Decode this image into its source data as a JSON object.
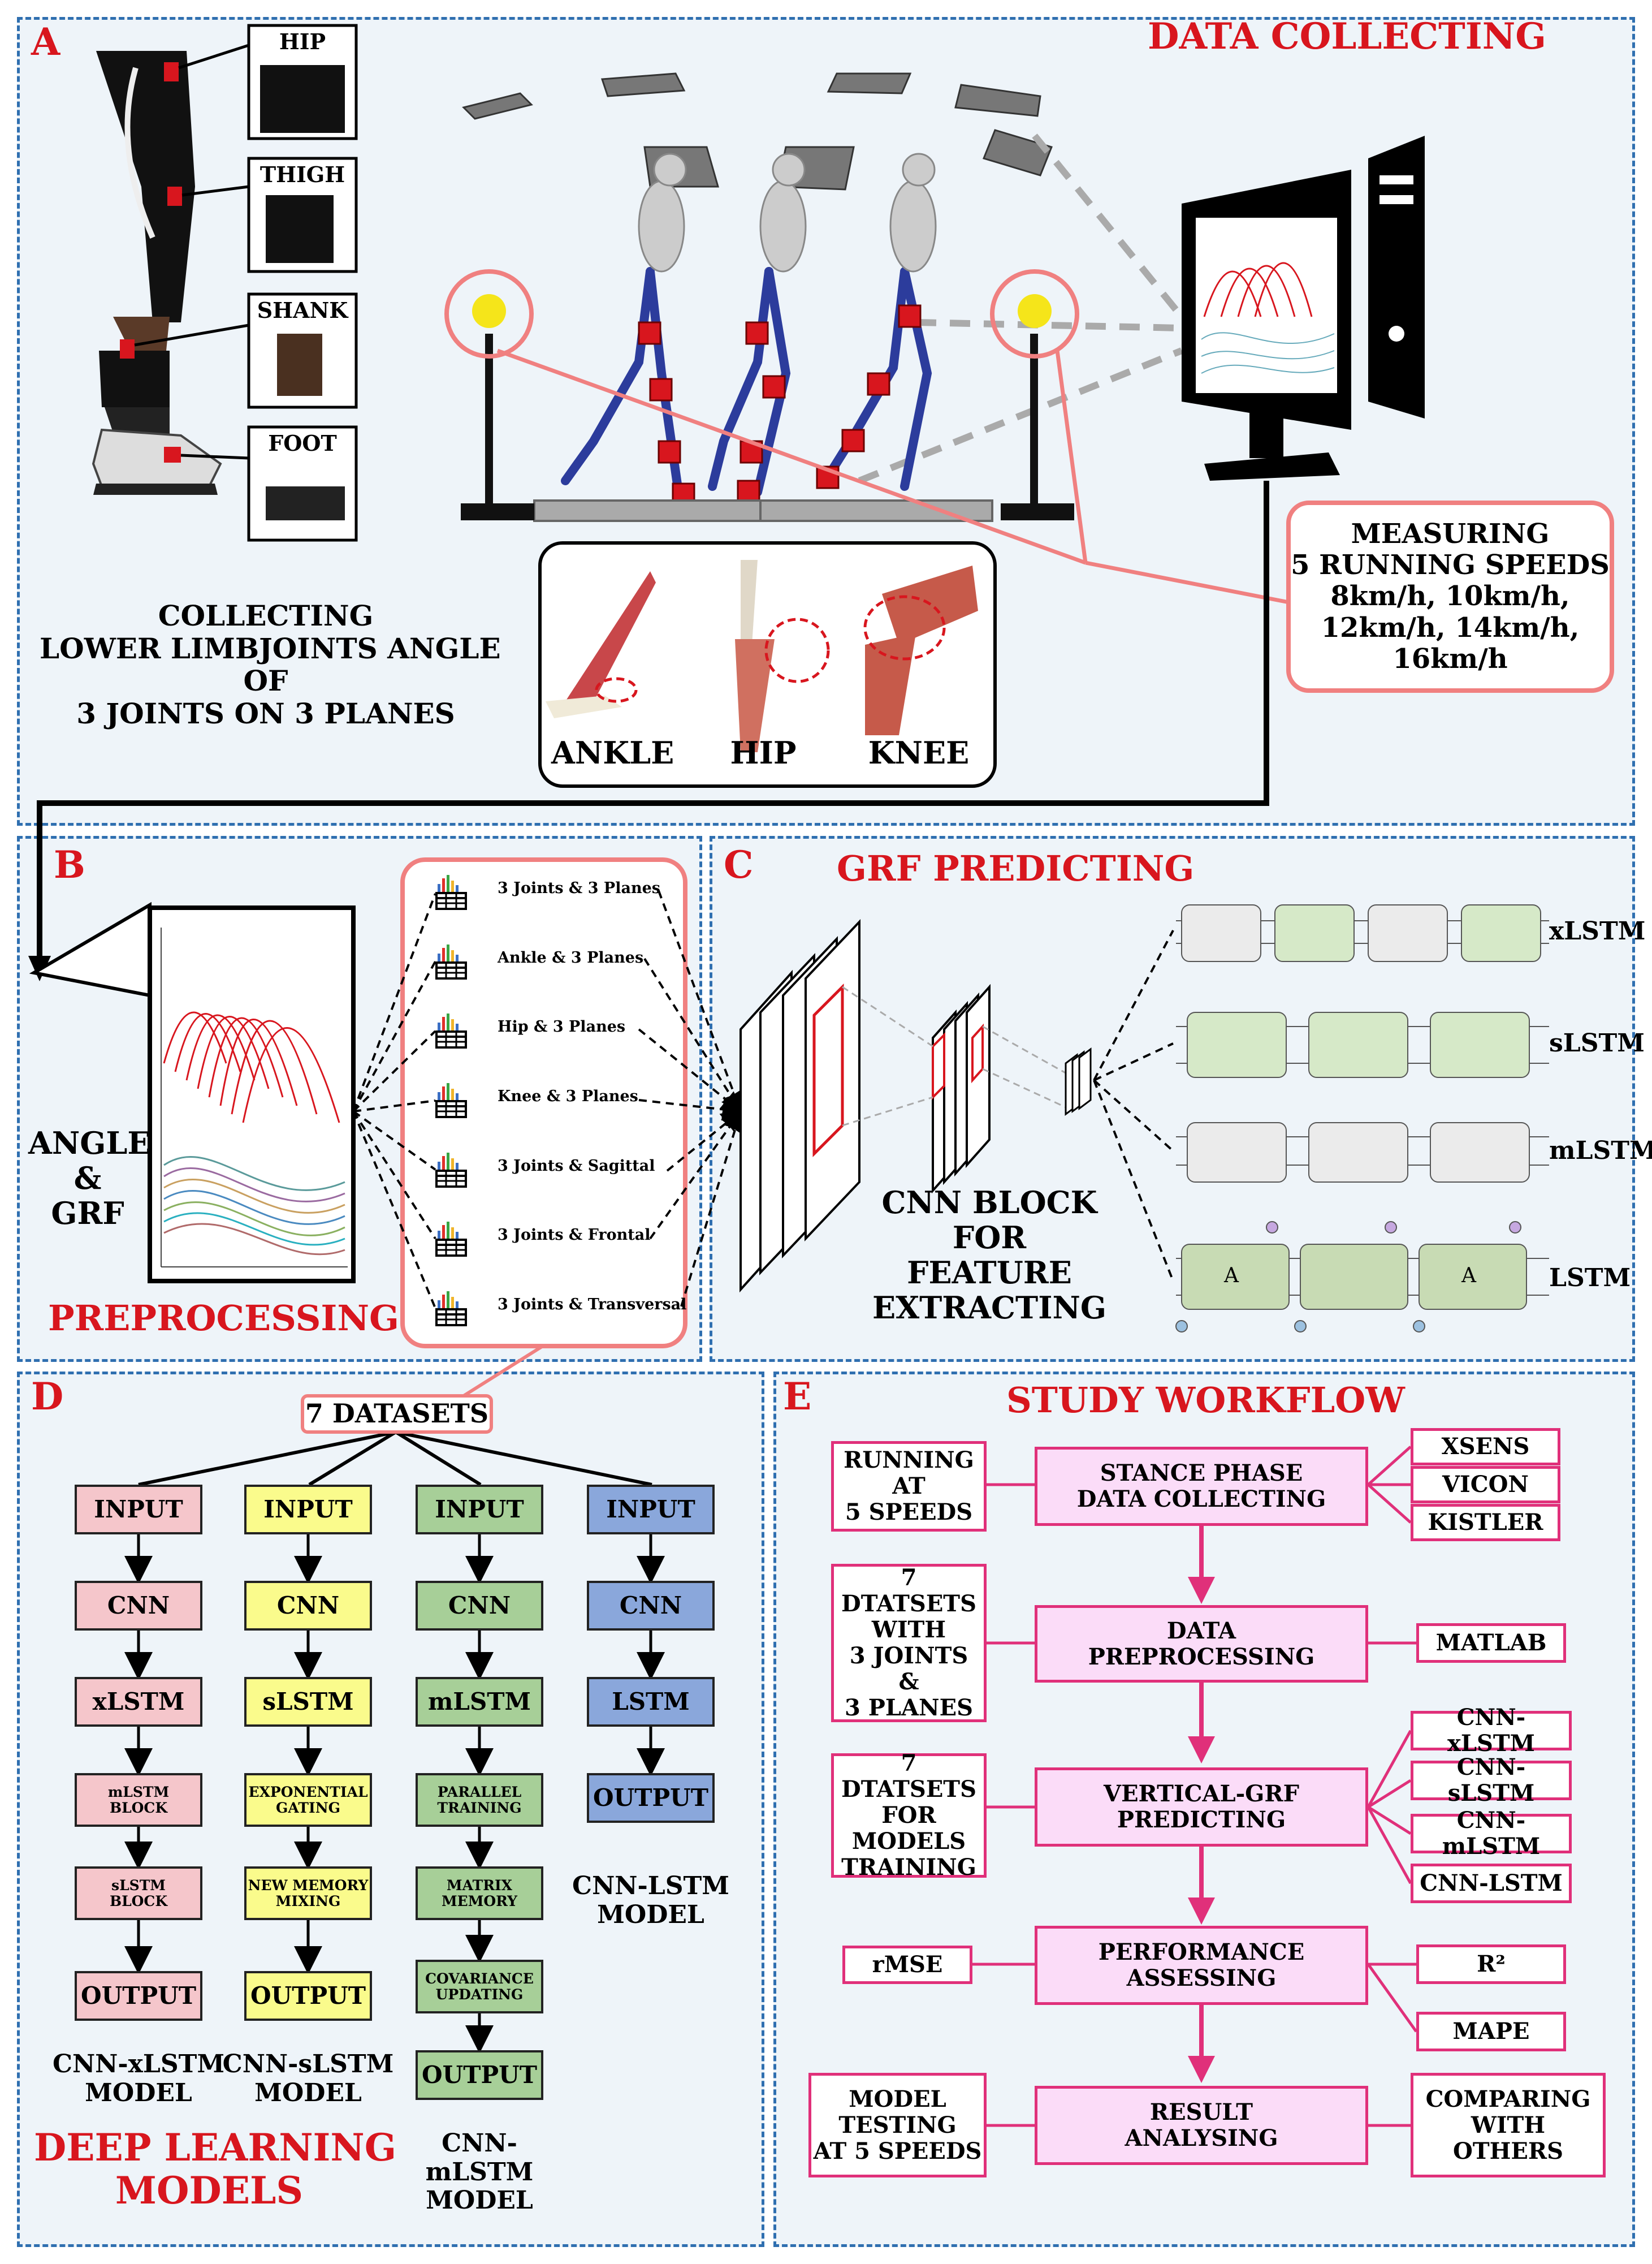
{
  "panels": {
    "a": {
      "letter": "A",
      "title": "DATA COLLECTING",
      "sensors": [
        "HIP",
        "THIGH",
        "SHANK",
        "FOOT"
      ],
      "collecting": [
        "COLLECTING",
        "LOWER LIMBJOINTS ANGLE",
        "OF",
        "3 JOINTS ON 3 PLANES"
      ],
      "joints": [
        "ANKLE",
        "HIP",
        "KNEE"
      ],
      "measuring": [
        "MEASURING",
        "5 RUNNING SPEEDS",
        "8km/h, 10km/h,",
        "12km/h, 14km/h,",
        "16km/h"
      ]
    },
    "b": {
      "letter": "B",
      "side_label": [
        "ANGLE",
        "&",
        "GRF"
      ],
      "title": "PREPROCESSING",
      "datasets": [
        "3 Joints & 3 Planes",
        "Ankle & 3 Planes",
        "Hip & 3 Planes",
        "Knee & 3 Planes",
        "3 Joints & Sagittal",
        "3 Joints & Frontal",
        "3 Joints & Transversal"
      ]
    },
    "c": {
      "letter": "C",
      "title": "GRF PREDICTING",
      "cnn_label": [
        "CNN BLOCK",
        "FOR",
        "FEATURE",
        "EXTRACTING"
      ],
      "models": [
        "xLSTM",
        "sLSTM",
        "mLSTM",
        "LSTM"
      ],
      "cell_letter": "A"
    },
    "d": {
      "letter": "D",
      "root": "7 DATASETS",
      "title": [
        "DEEP LEARNING",
        "MODELS"
      ],
      "columns": [
        {
          "color": "pink",
          "steps": [
            "INPUT",
            "CNN",
            "xLSTM",
            "mLSTM\nBLOCK",
            "sLSTM\nBLOCK",
            "OUTPUT"
          ],
          "label": "CNN-xLSTM\nMODEL"
        },
        {
          "color": "yellow",
          "steps": [
            "INPUT",
            "CNN",
            "sLSTM",
            "EXPONENTIAL\nGATING",
            "NEW MEMORY\nMIXING",
            "OUTPUT"
          ],
          "label": "CNN-sLSTM\nMODEL"
        },
        {
          "color": "green",
          "steps": [
            "INPUT",
            "CNN",
            "mLSTM",
            "PARALLEL\nTRAINING",
            "MATRIX\nMEMORY",
            "COVARIANCE\nUPDATING",
            "OUTPUT"
          ],
          "label": "CNN-mLSTM\nMODEL"
        },
        {
          "color": "blue",
          "steps": [
            "INPUT",
            "CNN",
            "LSTM",
            "OUTPUT"
          ],
          "label": "CNN-LSTM\nMODEL"
        }
      ]
    },
    "e": {
      "letter": "E",
      "title": "STUDY WORKFLOW",
      "main_steps": [
        "STANCE PHASE\nDATA COLLECTING",
        "DATA\nPREPROCESSING",
        "VERTICAL-GRF\nPREDICTING",
        "PERFORMANCE\nASSESSING",
        "RESULT\nANALYSING"
      ],
      "left_notes": [
        "RUNNING\nAT\n5 SPEEDS",
        "7 DTATSETS\nWITH\n3 JOINTS\n&\n3 PLANES",
        "7 DTATSETS\nFOR\nMODELS\nTRAINING",
        "rMSE",
        "MODEL\nTESTING\nAT 5 SPEEDS"
      ],
      "right_notes": {
        "collect": [
          "XSENS",
          "VICON",
          "KISTLER"
        ],
        "preprocess": [
          "MATLAB"
        ],
        "predict": [
          "CNN-xLSTM",
          "CNN-sLSTM",
          "CNN-mLSTM",
          "CNN-LSTM"
        ],
        "assess": [
          "R²",
          "MAPE"
        ],
        "analyse": [
          "COMPARING\nWITH\nOTHERS"
        ]
      }
    }
  },
  "colors": {
    "accent_red": "#d8161e",
    "panel_border": "#2f6fb0",
    "workflow_pink": "#e0307a",
    "workflow_fill": "#fbdcf8"
  }
}
